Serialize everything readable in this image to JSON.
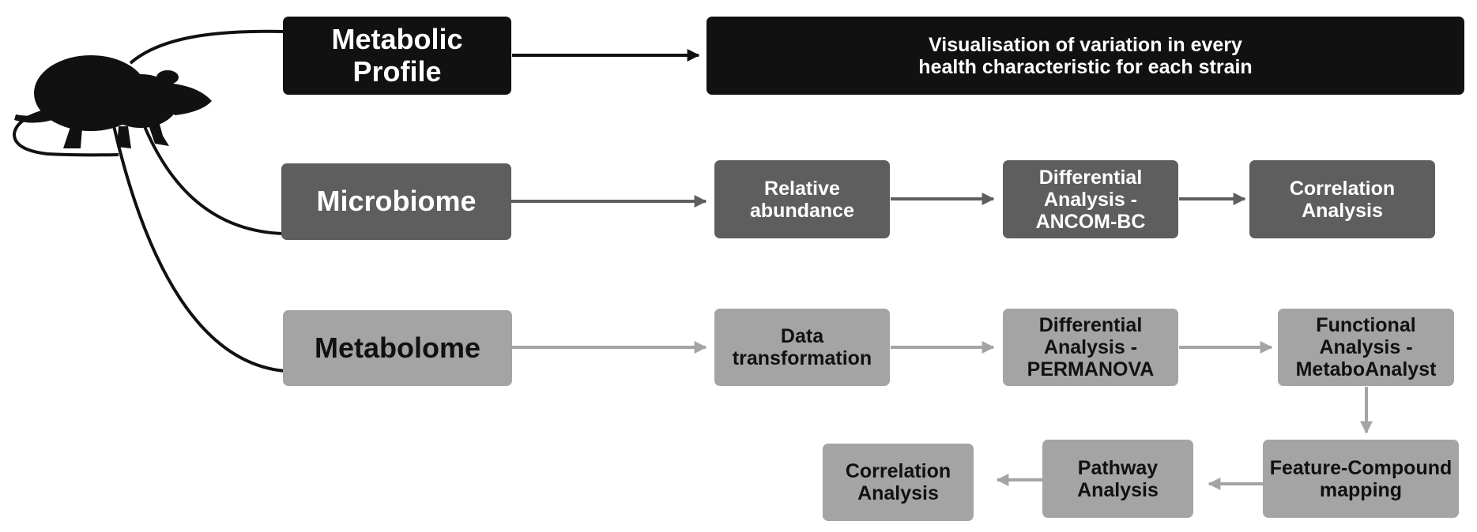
{
  "main": {
    "metabolic_profile": "Metabolic\nProfile",
    "microbiome": "Microbiome",
    "metabolome": "Metabolome"
  },
  "metabolic": {
    "visualisation": "Visualisation of variation in every\nhealth characteristic for each strain"
  },
  "microbiome_steps": {
    "relative_abundance": "Relative\nabundance",
    "differential": "Differential\nAnalysis -\nANCOM-BC",
    "correlation": "Correlation\nAnalysis"
  },
  "metabolome_steps": {
    "data_transformation": "Data\ntransformation",
    "differential": "Differential\nAnalysis -\nPERMANOVA",
    "functional": "Functional\nAnalysis -\nMetaboAnalyst",
    "feature_compound": "Feature-Compound\nmapping",
    "pathway": "Pathway\nAnalysis",
    "correlation": "Correlation\nAnalysis"
  },
  "colors": {
    "black": "#111111",
    "dark_gray": "#5e5e5e",
    "light_gray": "#a4a4a4"
  },
  "icons": {
    "animal": "rat-silhouette-icon"
  }
}
